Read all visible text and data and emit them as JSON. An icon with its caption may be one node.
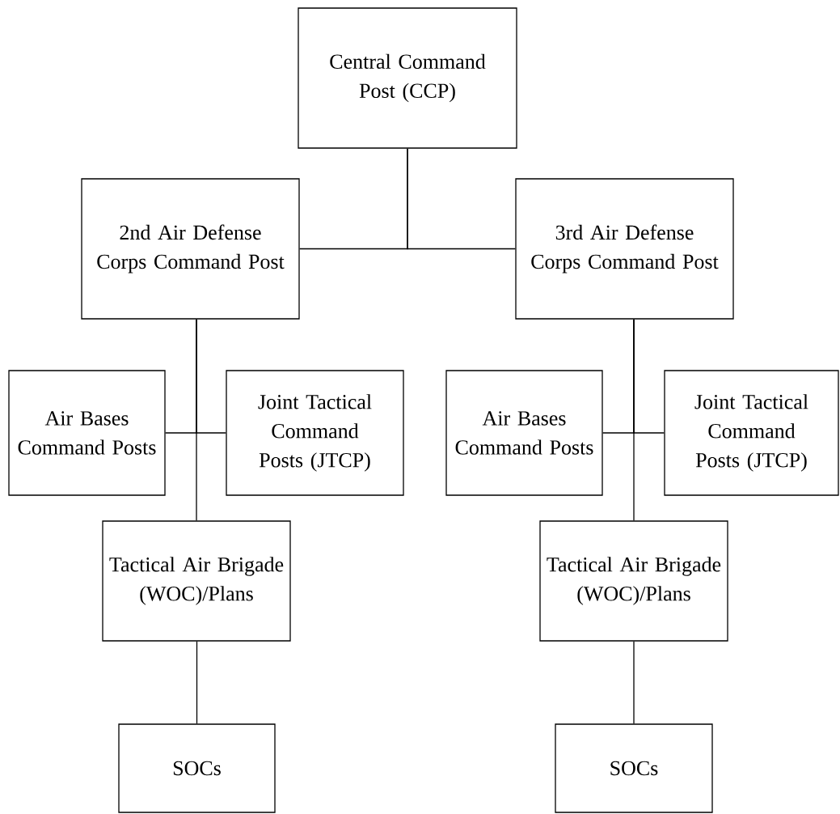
{
  "diagram": {
    "nodes": [
      {
        "text": [
          "Central Command Post (CCP)"
        ]
      },
      {
        "text": [
          "2nd Air Defense Corps Command Post"
        ]
      },
      {
        "text": [
          "3rd Air Defense Corps Command Post"
        ]
      },
      {
        "text": [
          "Air Bases Command Posts"
        ]
      },
      {
        "text": [
          "Joint Tactical Command Posts (JTCP)"
        ]
      },
      {
        "text": [
          "Tactical Air Brigade (WOC)/Plans"
        ]
      },
      {
        "text": [
          "SOCs"
        ]
      },
      {
        "text": [
          "Air Bases Command Posts"
        ]
      },
      {
        "text": [
          "Joint Tactical Command Posts (JTCP)"
        ]
      },
      {
        "text": [
          "Tactical Air Brigade (WOC)/Plans"
        ]
      },
      {
        "text": [
          "SOCs"
        ]
      }
    ],
    "edges": [
      {
        "from": 0,
        "to": 1,
        "arrow": "none"
      },
      {
        "from": 0,
        "to": 2,
        "arrow": "none"
      },
      {
        "from": 1,
        "to": 3,
        "arrow": "none"
      },
      {
        "from": 1,
        "to": 4,
        "arrow": "none"
      },
      {
        "from": 1,
        "to": 5,
        "arrow": "none"
      },
      {
        "from": 5,
        "to": 6,
        "arrow": "none"
      },
      {
        "from": 2,
        "to": 7,
        "arrow": "none"
      },
      {
        "from": 2,
        "to": 8,
        "arrow": "none"
      },
      {
        "from": 2,
        "to": 9,
        "arrow": "none"
      },
      {
        "from": 9,
        "to": 10,
        "arrow": "none"
      }
    ]
  }
}
